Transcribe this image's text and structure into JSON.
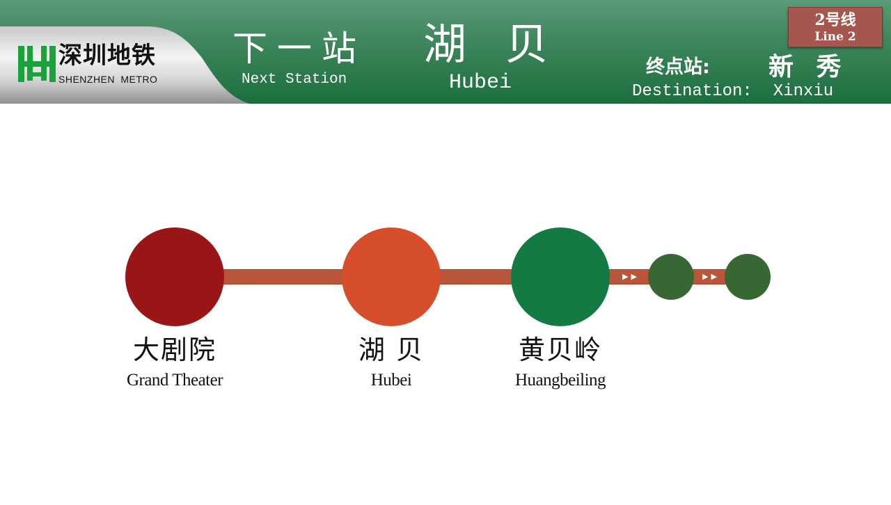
{
  "header": {
    "logo": {
      "name_cn": "深圳地铁",
      "name_en": "SHENZHEN METRO",
      "icon": "shenzhen-metro-logo-icon",
      "color": "#1aa33a"
    },
    "next_station": {
      "label_cn": "下一站",
      "label_en": "Next Station",
      "name_cn": "湖 贝",
      "name_en": "Hubei"
    },
    "destination": {
      "label_cn": "终点站:",
      "label_en": "Destination:",
      "name_cn": "新 秀",
      "name_en": "Xinxiu"
    },
    "line_badge": {
      "label_cn": "2号线",
      "label_en": "Line 2",
      "color": "#a5564e"
    },
    "background_color": "#3c8459"
  },
  "route_map": {
    "track_color": "#b9553a",
    "arrow_glyph": "▶▶",
    "stations": [
      {
        "name_cn": "大剧院",
        "name_en": "Grand Theater",
        "status": "passed",
        "color": "#9a1616"
      },
      {
        "name_cn": "湖 贝",
        "name_en": "Hubei",
        "status": "current",
        "color": "#d64e2a"
      },
      {
        "name_cn": "黄贝岭",
        "name_en": "Huangbeiling",
        "status": "next",
        "color": "#137a44"
      },
      {
        "name_cn": "",
        "name_en": "",
        "status": "upcoming",
        "color": "#376834"
      },
      {
        "name_cn": "",
        "name_en": "",
        "status": "upcoming",
        "color": "#376834"
      }
    ]
  }
}
